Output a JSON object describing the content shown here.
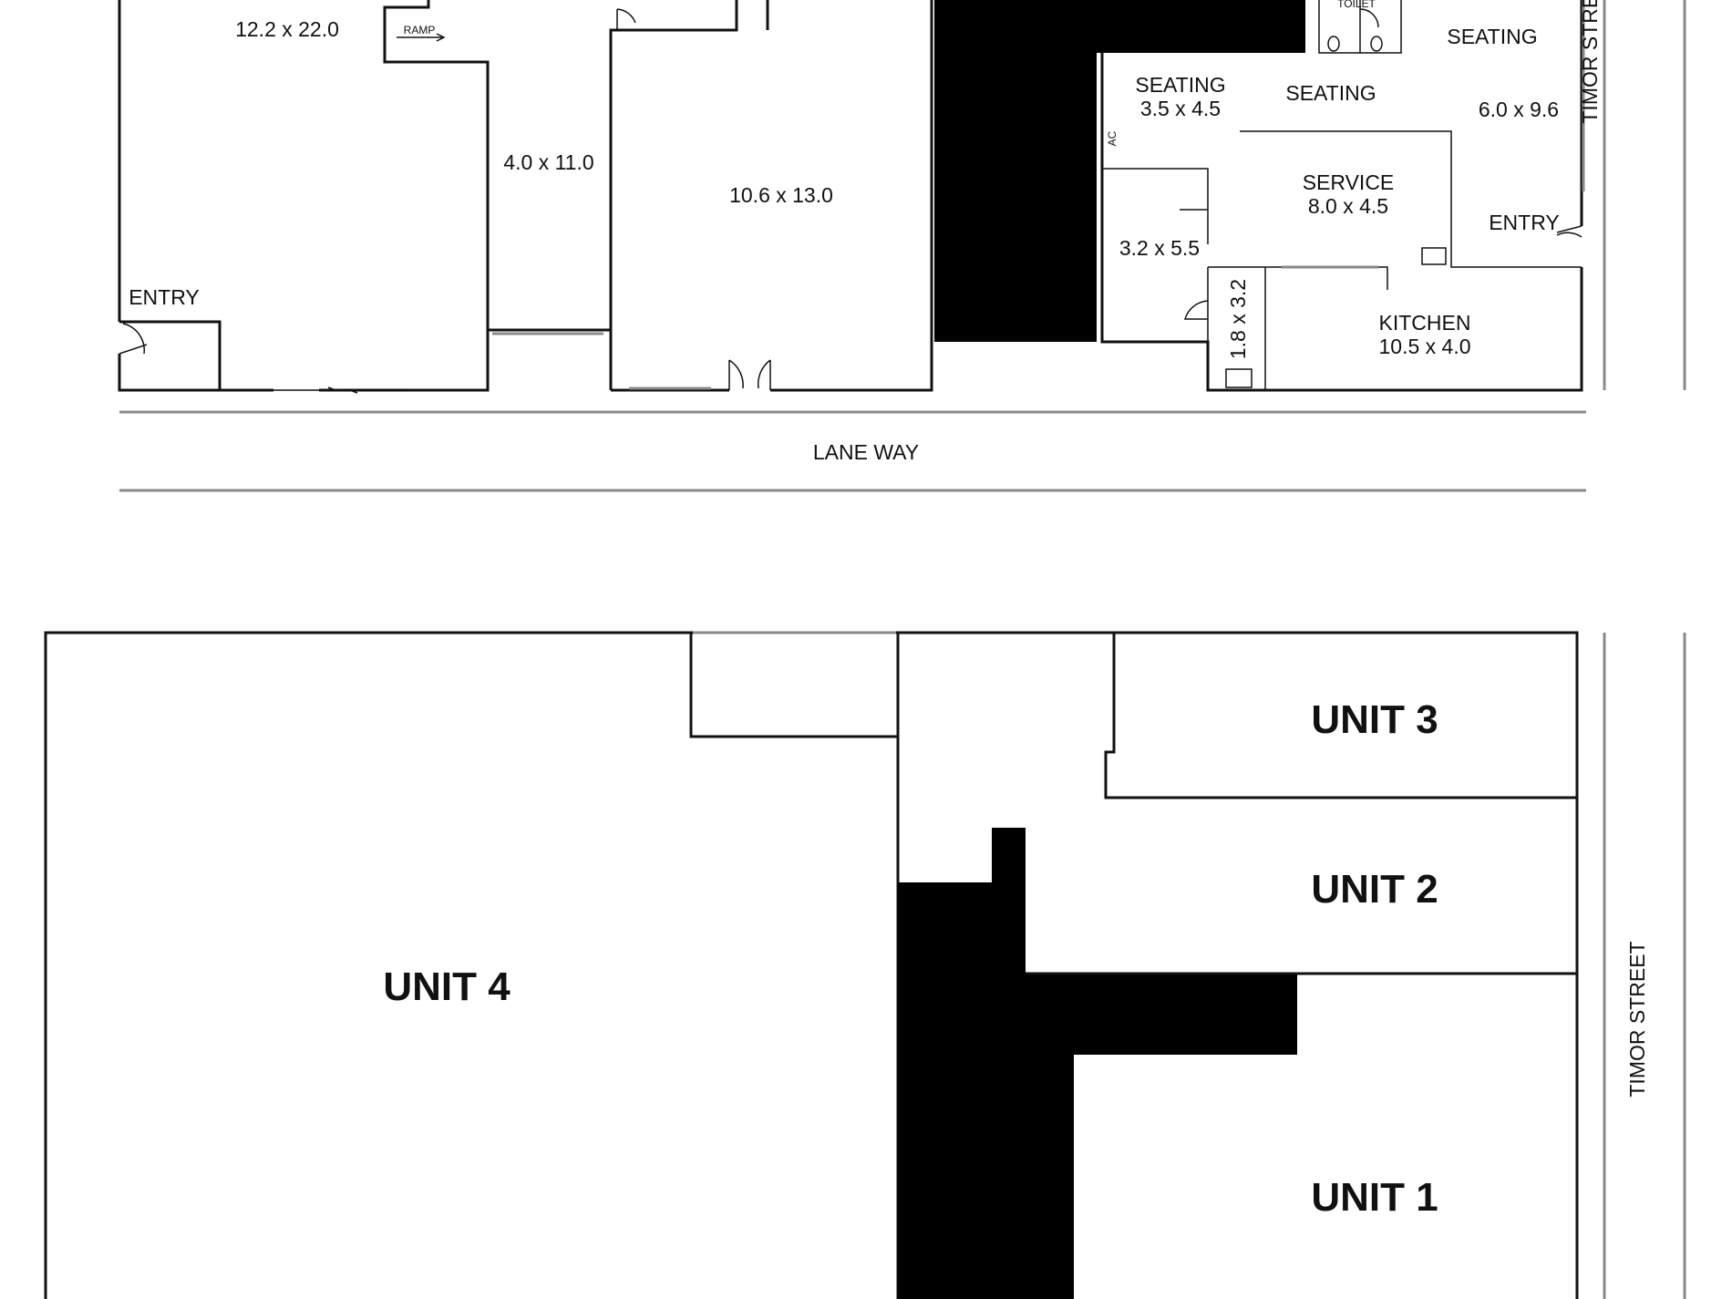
{
  "ground_floor": {
    "rooms": {
      "room_a": "12.2 x 22.0",
      "ramp": "RAMP",
      "entry_left": "ENTRY",
      "corridor": "4.0 x 11.0",
      "room_b": "10.6 x 13.0",
      "toilet": "TOILET",
      "seating_top": "SEATING",
      "seating_left_label": "SEATING",
      "seating_left_size": "3.5 x 4.5",
      "seating_mid": "SEATING",
      "seating_right_size": "6.0 x 9.6",
      "ac": "AC",
      "service_label": "SERVICE",
      "service_size": "8.0 x 4.5",
      "entry_right": "ENTRY",
      "store_size": "3.2 x 5.5",
      "small_room": "1.8 x 3.2",
      "kitchen_label": "KITCHEN",
      "kitchen_size": "10.5 x 4.0"
    },
    "lane": "LANE WAY",
    "street": "TIMOR STREET"
  },
  "site_plan": {
    "units": [
      "UNIT 4",
      "UNIT 3",
      "UNIT 2",
      "UNIT 1"
    ],
    "street": "TIMOR STREET"
  }
}
